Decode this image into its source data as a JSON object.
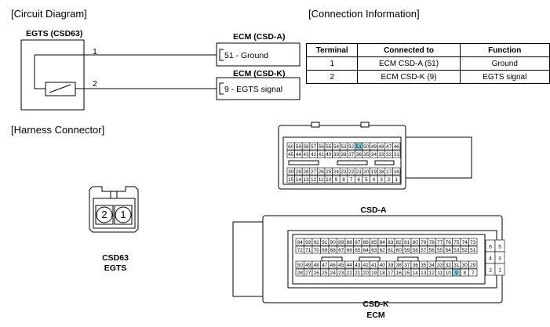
{
  "titles": {
    "circuit": "[Circuit Diagram]",
    "connection": "[Connection Information]",
    "harness": "[Harness Connector]"
  },
  "circuit": {
    "component": "EGTS (CSD63)",
    "pin1": "1",
    "pin2": "2",
    "ecm_a_label": "ECM (CSD-A)",
    "ecm_a_box": "51 - Ground",
    "ecm_k_label": "ECM (CSD-K)",
    "ecm_k_box": "9 - EGTS signal"
  },
  "connection_table": {
    "headers": [
      "Terminal",
      "Connected to",
      "Function"
    ],
    "rows": [
      [
        "1",
        "ECM CSD-A (51)",
        "Ground"
      ],
      [
        "2",
        "ECM CSD-K (9)",
        "EGTS signal"
      ]
    ]
  },
  "harness": {
    "csd63_pins": [
      "2",
      "1"
    ],
    "csd63_name": "CSD63",
    "csd63_sub": "EGTS",
    "csd_a_name": "CSD-A",
    "csd_k_name": "CSD-K",
    "csd_k_sub": "ECM",
    "highlight_color": "#8ecfd9",
    "csd_a_rows": [
      [
        "60",
        "59",
        "58",
        "57",
        "56",
        "55",
        "54",
        "53",
        "52",
        "51",
        "50",
        "49",
        "48",
        "47",
        "46"
      ],
      [
        "45",
        "44",
        "43",
        "42",
        "41",
        "40",
        "39",
        "38",
        "37",
        "36",
        "35",
        "34",
        "33",
        "32",
        "31"
      ],
      [
        "30",
        "29",
        "28",
        "27",
        "26",
        "25",
        "24",
        "23",
        "22",
        "21",
        "20",
        "19",
        "18",
        "17",
        "16"
      ],
      [
        "15",
        "14",
        "13",
        "12",
        "11",
        "10",
        "9",
        "8",
        "7",
        "6",
        "5",
        "4",
        "3",
        "2",
        "1"
      ]
    ],
    "csd_a_highlight": "51",
    "csd_k_rows": [
      [
        "94",
        "93",
        "92",
        "91",
        "90",
        "89",
        "88",
        "87",
        "86",
        "85",
        "84",
        "83",
        "82",
        "81",
        "80",
        "79",
        "78",
        "77",
        "76",
        "75",
        "74",
        "73"
      ],
      [
        "72",
        "71",
        "70",
        "69",
        "68",
        "67",
        "66",
        "65",
        "64",
        "63",
        "62",
        "61",
        "60",
        "59",
        "58",
        "57",
        "56",
        "55",
        "54",
        "53",
        "52",
        "51"
      ],
      [
        "50",
        "49",
        "48",
        "47",
        "46",
        "45",
        "44",
        "43",
        "42",
        "41",
        "40",
        "39",
        "38",
        "37",
        "36",
        "35",
        "34",
        "33",
        "32",
        "31",
        "30",
        "29"
      ],
      [
        "28",
        "27",
        "26",
        "25",
        "24",
        "23",
        "22",
        "21",
        "20",
        "19",
        "18",
        "17",
        "16",
        "15",
        "14",
        "13",
        "12",
        "11",
        "10",
        "9",
        "8",
        "7"
      ]
    ],
    "csd_k_side": [
      [
        "6",
        "5"
      ],
      [
        "4",
        "3"
      ],
      [
        "2",
        "1"
      ]
    ],
    "csd_k_highlight": "9"
  }
}
